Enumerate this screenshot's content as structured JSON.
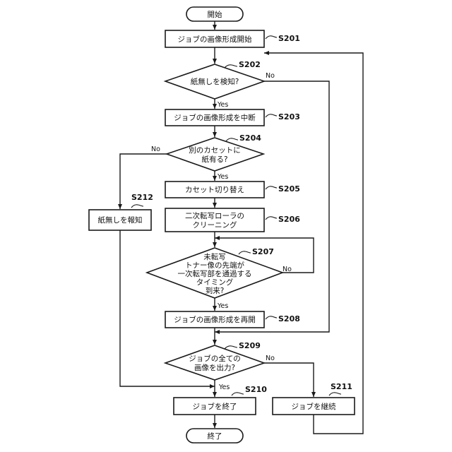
{
  "start": "開始",
  "end": "終了",
  "nodes": {
    "s201": {
      "id": "S201",
      "lines": [
        "ジョブの画像形成開始"
      ]
    },
    "s202": {
      "id": "S202",
      "lines": [
        "紙無しを検知?"
      ]
    },
    "s203": {
      "id": "S203",
      "lines": [
        "ジョブの画像形成を中断"
      ]
    },
    "s204": {
      "id": "S204",
      "lines": [
        "別のカセットに",
        "紙有る?"
      ]
    },
    "s205": {
      "id": "S205",
      "lines": [
        "カセット切り替え"
      ]
    },
    "s206": {
      "id": "S206",
      "lines": [
        "二次転写ローラの",
        "クリーニング"
      ]
    },
    "s207": {
      "id": "S207",
      "lines": [
        "未転写",
        "トナー像の先端が",
        "一次転写部を通過する",
        "タイミング",
        "到来?"
      ]
    },
    "s208": {
      "id": "S208",
      "lines": [
        "ジョブの画像形成を再開"
      ]
    },
    "s209": {
      "id": "S209",
      "lines": [
        "ジョブの全ての",
        "画像を出力?"
      ]
    },
    "s210": {
      "id": "S210",
      "lines": [
        "ジョブを終了"
      ]
    },
    "s211": {
      "id": "S211",
      "lines": [
        "ジョブを継続"
      ]
    },
    "s212": {
      "id": "S212",
      "lines": [
        "紙無しを報知"
      ]
    }
  },
  "edge_labels": {
    "s202_no": "No",
    "s202_yes": "Yes",
    "s204_no": "No",
    "s204_yes": "Yes",
    "s207_no": "No",
    "s207_yes": "Yes",
    "s209_no": "No",
    "s209_yes": "Yes"
  }
}
